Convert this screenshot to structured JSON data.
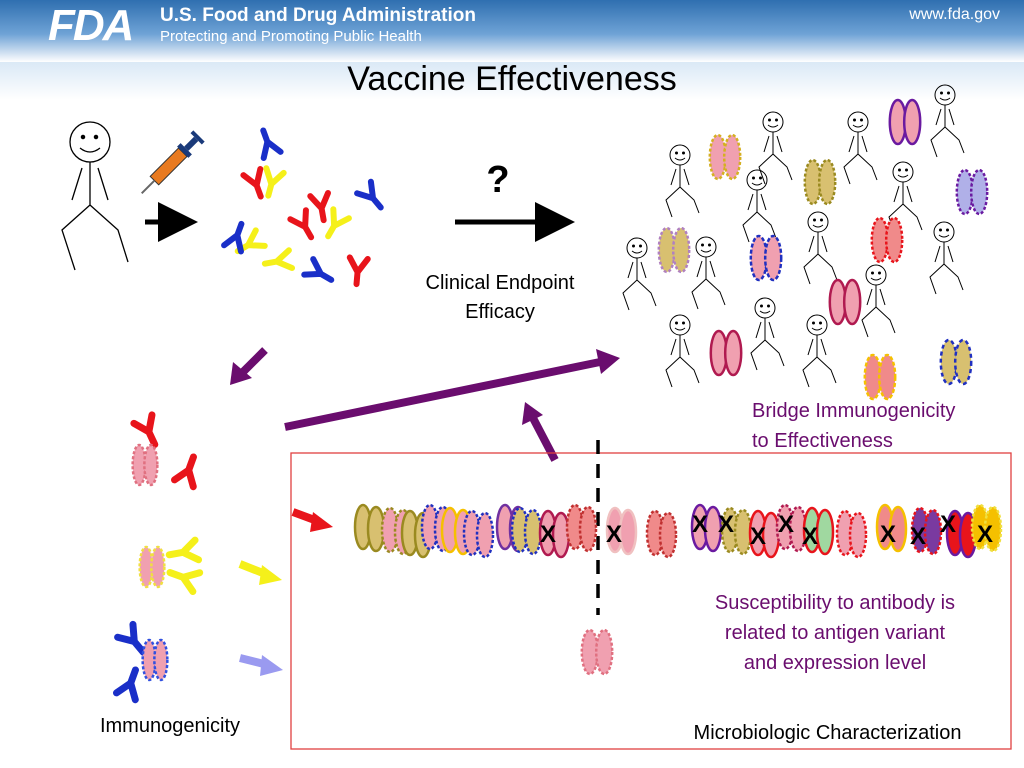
{
  "header": {
    "logo_text": "FDA",
    "agency_name": "U.S. Food and Drug Administration",
    "tagline": "Protecting and Promoting Public Health",
    "website": "www.fda.gov",
    "banner_color": "#2f6fb0"
  },
  "slide": {
    "title": "Vaccine Effectiveness"
  },
  "labels": {
    "question_mark": "?",
    "clinical_endpoint": "Clinical Endpoint",
    "efficacy": "Efficacy",
    "bridge_line1": "Bridge Immunogenicity",
    "bridge_line2": "to Effectiveness",
    "susceptibility_line1": "Susceptibility to antibody is",
    "susceptibility_line2": "related to antigen variant",
    "susceptibility_line3": "and expression level",
    "immunogenicity": "Immunogenicity",
    "microbiologic": "Microbiologic Characterization",
    "kill_mark": "X"
  },
  "colors": {
    "antibody_red": "#e8141b",
    "antibody_yellow": "#f5f01a",
    "antibody_blue": "#1a2fc8",
    "bacteria_fill": "#f0a0b0",
    "arrow_purple": "#6a0d6e",
    "box_border": "#e04040",
    "arrow_light_blue": "#9a9af0"
  }
}
